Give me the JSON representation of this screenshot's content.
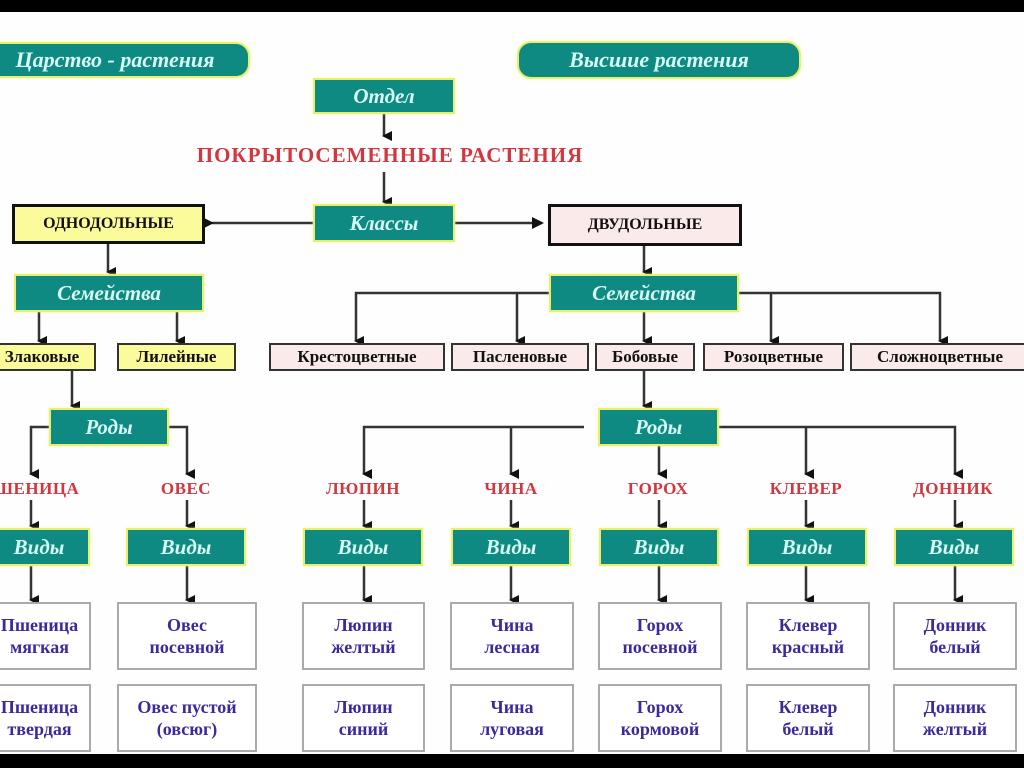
{
  "header": {
    "kingdom_label": "Царство - растения",
    "subkingdom_label": "Высшие растения"
  },
  "division": {
    "label": "Отдел",
    "name": "ПОКРЫТОСЕМЕННЫЕ  РАСТЕНИЯ"
  },
  "classes": {
    "label": "Классы",
    "monocots": "ОДНОДОЛЬНЫЕ",
    "dicots": "ДВУДОЛЬНЫЕ"
  },
  "monocot_branch": {
    "families_label": "Семейства",
    "families": [
      "Злаковые",
      "Лилейные"
    ],
    "genera_label": "Роды",
    "genera": [
      {
        "name": "ПШЕНИЦА",
        "species_label": "Виды",
        "species": [
          "Пшеница мягкая",
          "Пшеница твердая"
        ]
      },
      {
        "name": "ОВЕС",
        "species_label": "Виды",
        "species": [
          "Овес посевной",
          "Овес пустой (овсюг)"
        ]
      }
    ]
  },
  "dicot_branch": {
    "families_label": "Семейства",
    "families": [
      "Крестоцветные",
      "Пасленовые",
      "Бобовые",
      "Розоцветные",
      "Сложноцветные"
    ],
    "genera_label": "Роды",
    "genera": [
      {
        "name": "ЛЮПИН",
        "species_label": "Виды",
        "species": [
          "Люпин желтый",
          "Люпин синий"
        ]
      },
      {
        "name": "ЧИНА",
        "species_label": "Виды",
        "species": [
          "Чина лесная",
          "Чина луговая"
        ]
      },
      {
        "name": "ГОРОХ",
        "species_label": "Виды",
        "species": [
          "Горох посевной",
          "Горох кормовой"
        ]
      },
      {
        "name": "КЛЕВЕР",
        "species_label": "Виды",
        "species": [
          "Клевер красный",
          "Клевер белый"
        ]
      },
      {
        "name": "ДОННИК",
        "species_label": "Виды",
        "species": [
          "Донник белый",
          "Донник желтый"
        ]
      }
    ]
  },
  "colors": {
    "teal": "#0f8a82",
    "teal_text": "#d8fbf6",
    "red_text": "#d2363f",
    "species_text": "#3a2a9a",
    "monocot_fill": "#fbfb9c",
    "dicot_fill": "#fbeaea"
  }
}
